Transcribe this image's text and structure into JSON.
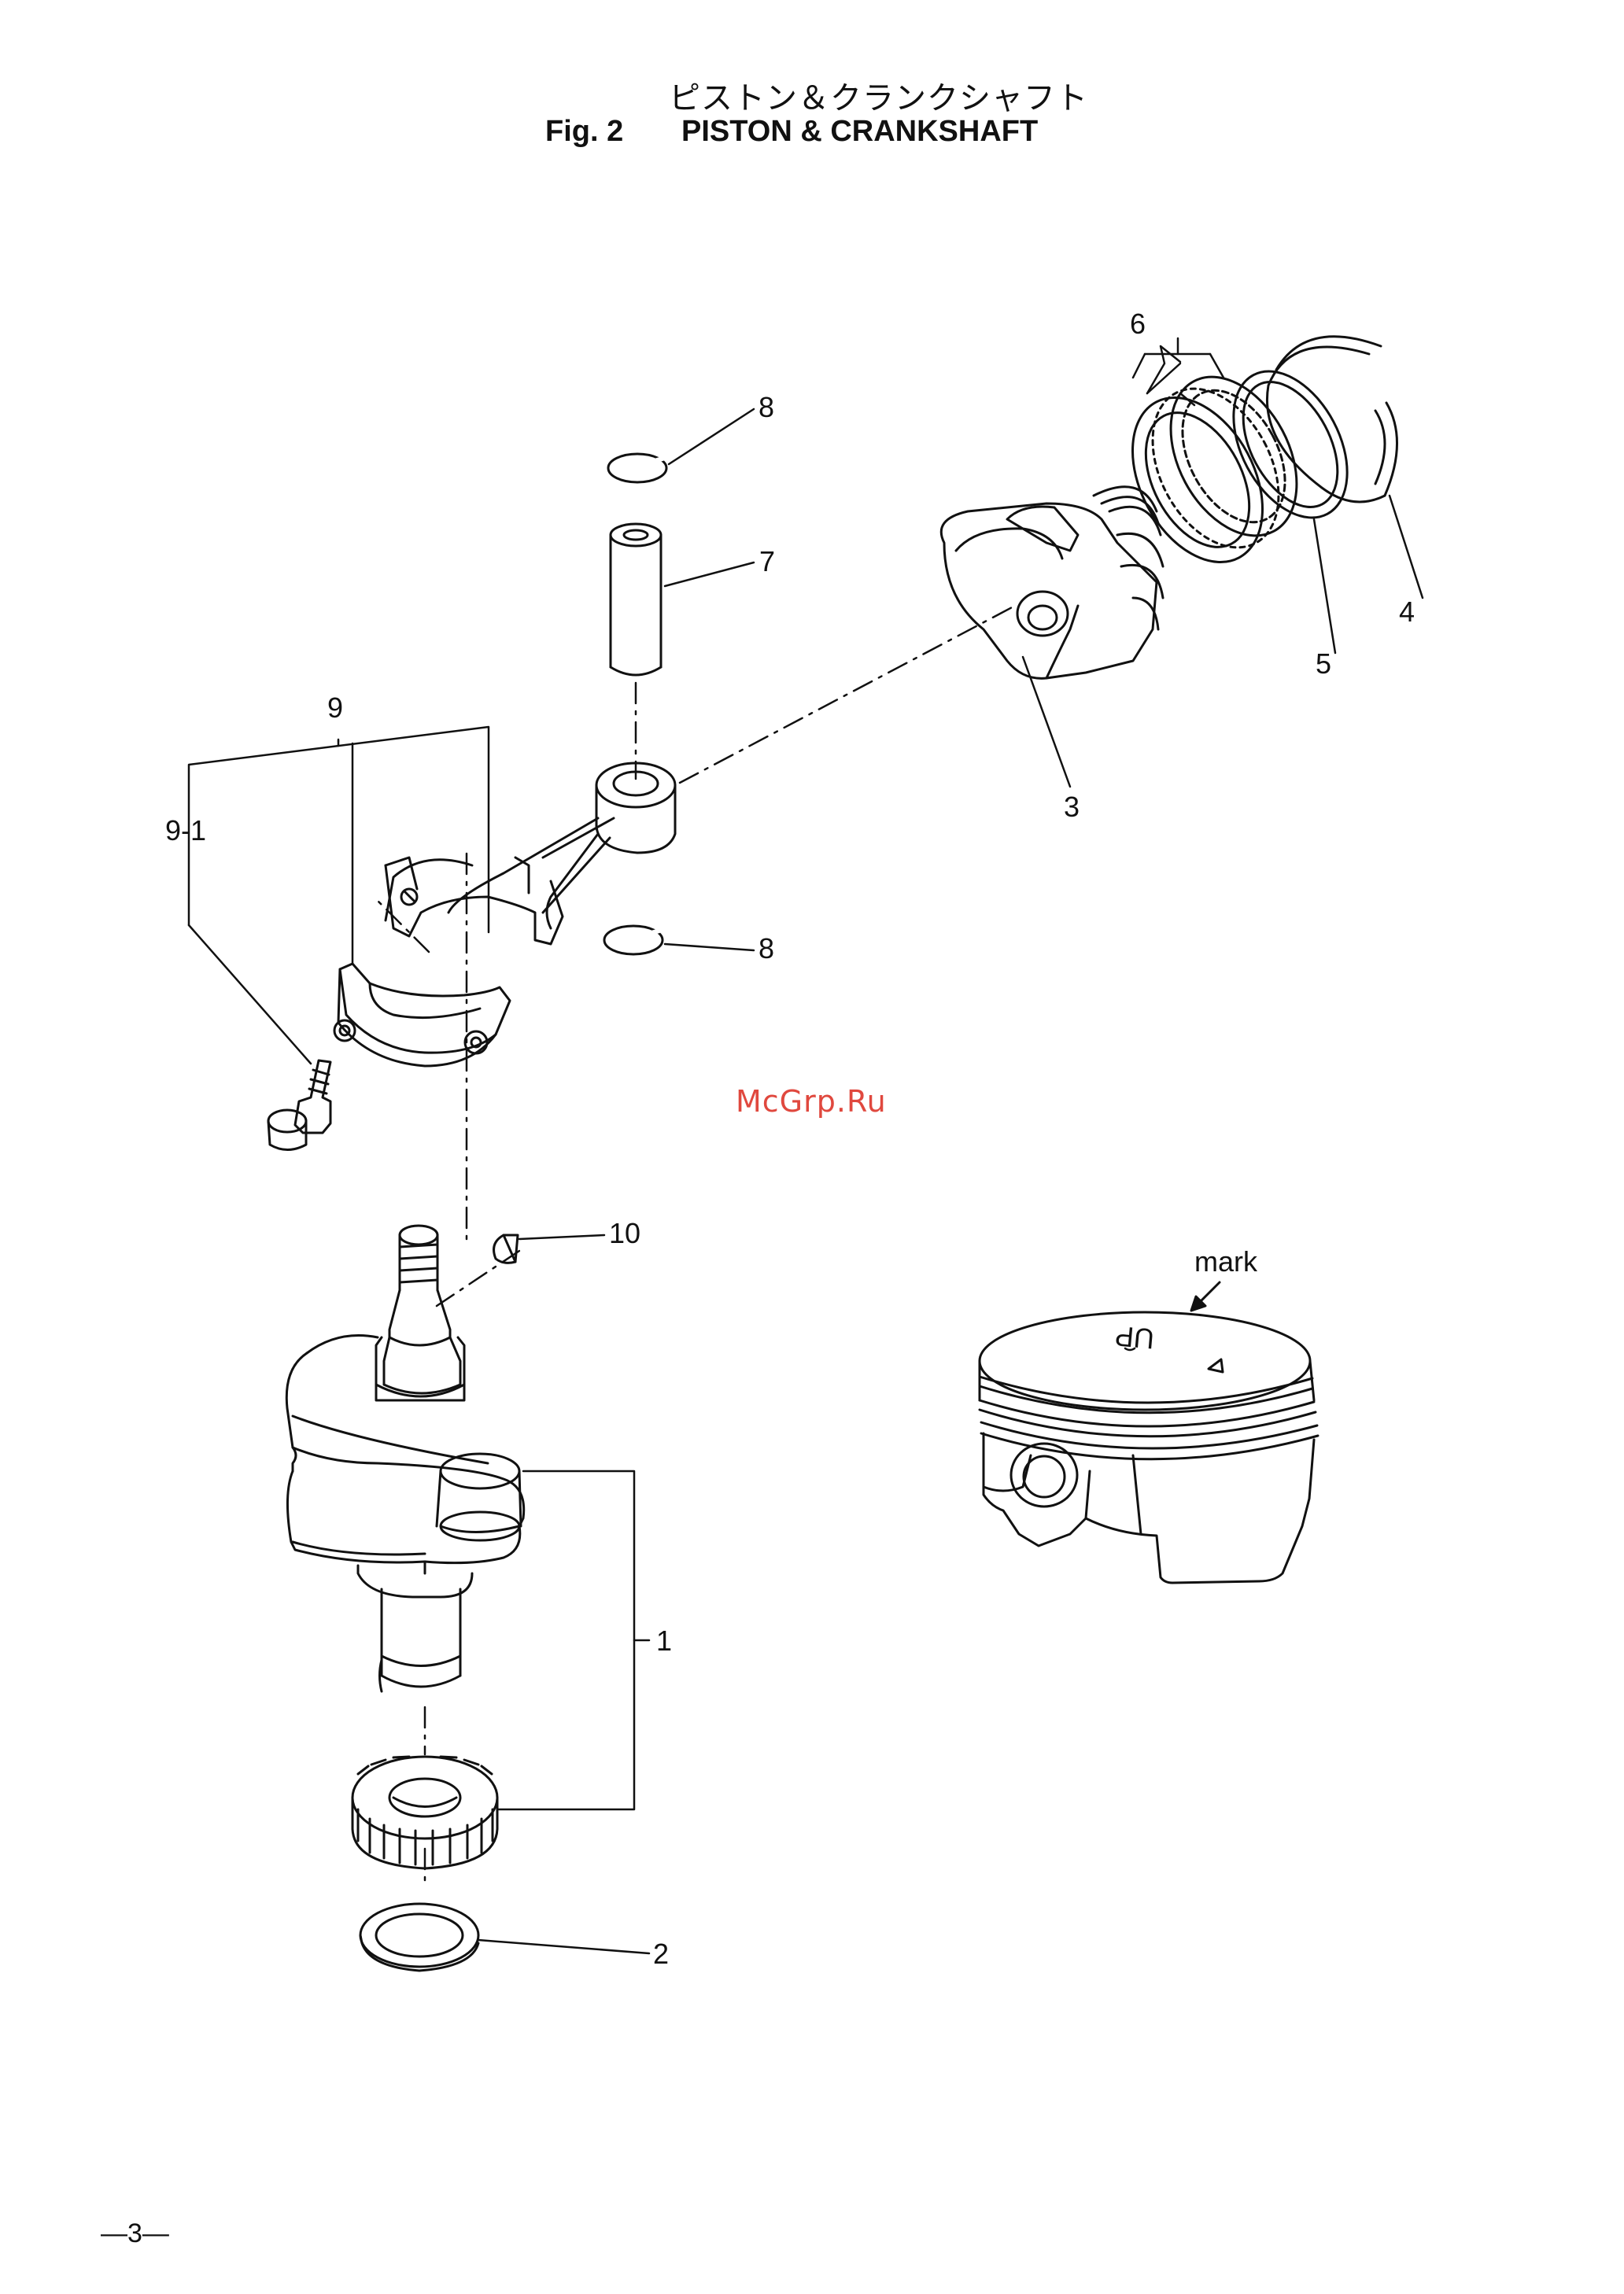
{
  "header": {
    "title_japanese": "ピストン＆クランクシャフト",
    "figure_number": "Fig. 2",
    "title_english": "PISTON & CRANKSHAFT"
  },
  "callouts": {
    "c1": "1",
    "c2": "2",
    "c3": "3",
    "c4": "4",
    "c5": "5",
    "c6": "6",
    "c7": "7",
    "c8a": "8",
    "c8b": "8",
    "c9": "9",
    "c9_1": "9-1",
    "c10": "10"
  },
  "inset": {
    "mark_label": "mark",
    "piston_text": "UP"
  },
  "watermark": "McGrp.Ru",
  "footer": {
    "page_number": "—3—"
  }
}
